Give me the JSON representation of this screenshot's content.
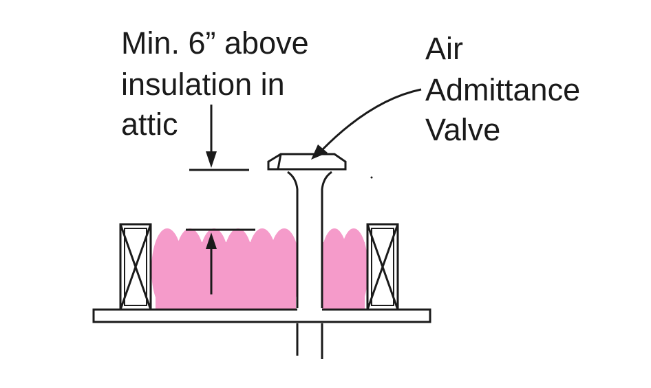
{
  "labels": {
    "clearance": {
      "line1": "Min. 6” above",
      "line2": "insulation in",
      "line3": "attic"
    },
    "valve": {
      "line1": "Air",
      "line2": "Admittance",
      "line3": "Valve"
    }
  },
  "colors": {
    "insulation": "#f59bca",
    "stroke": "#1a1a1a",
    "background": "#ffffff"
  }
}
